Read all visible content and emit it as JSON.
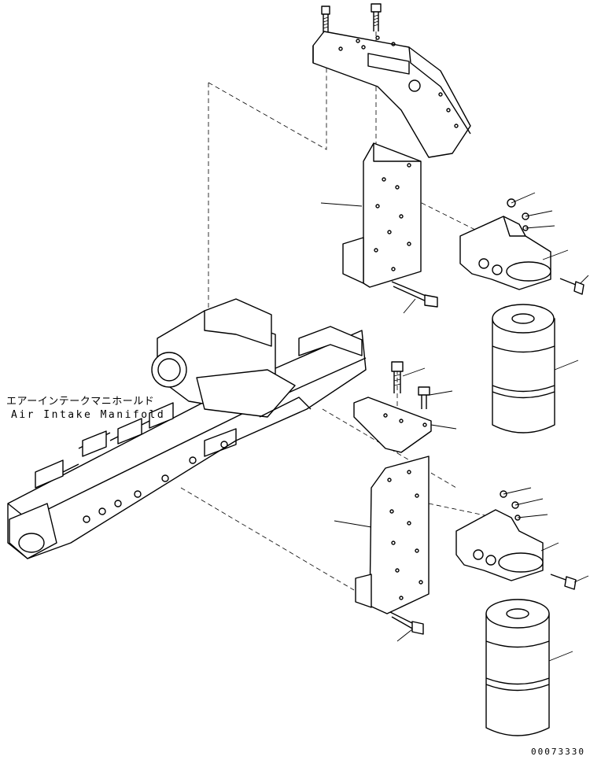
{
  "labels": {
    "manifold_jp": "エアーインテークマニホールド",
    "manifold_en": "Air Intake Manifold"
  },
  "drawing_code": "00073330"
}
